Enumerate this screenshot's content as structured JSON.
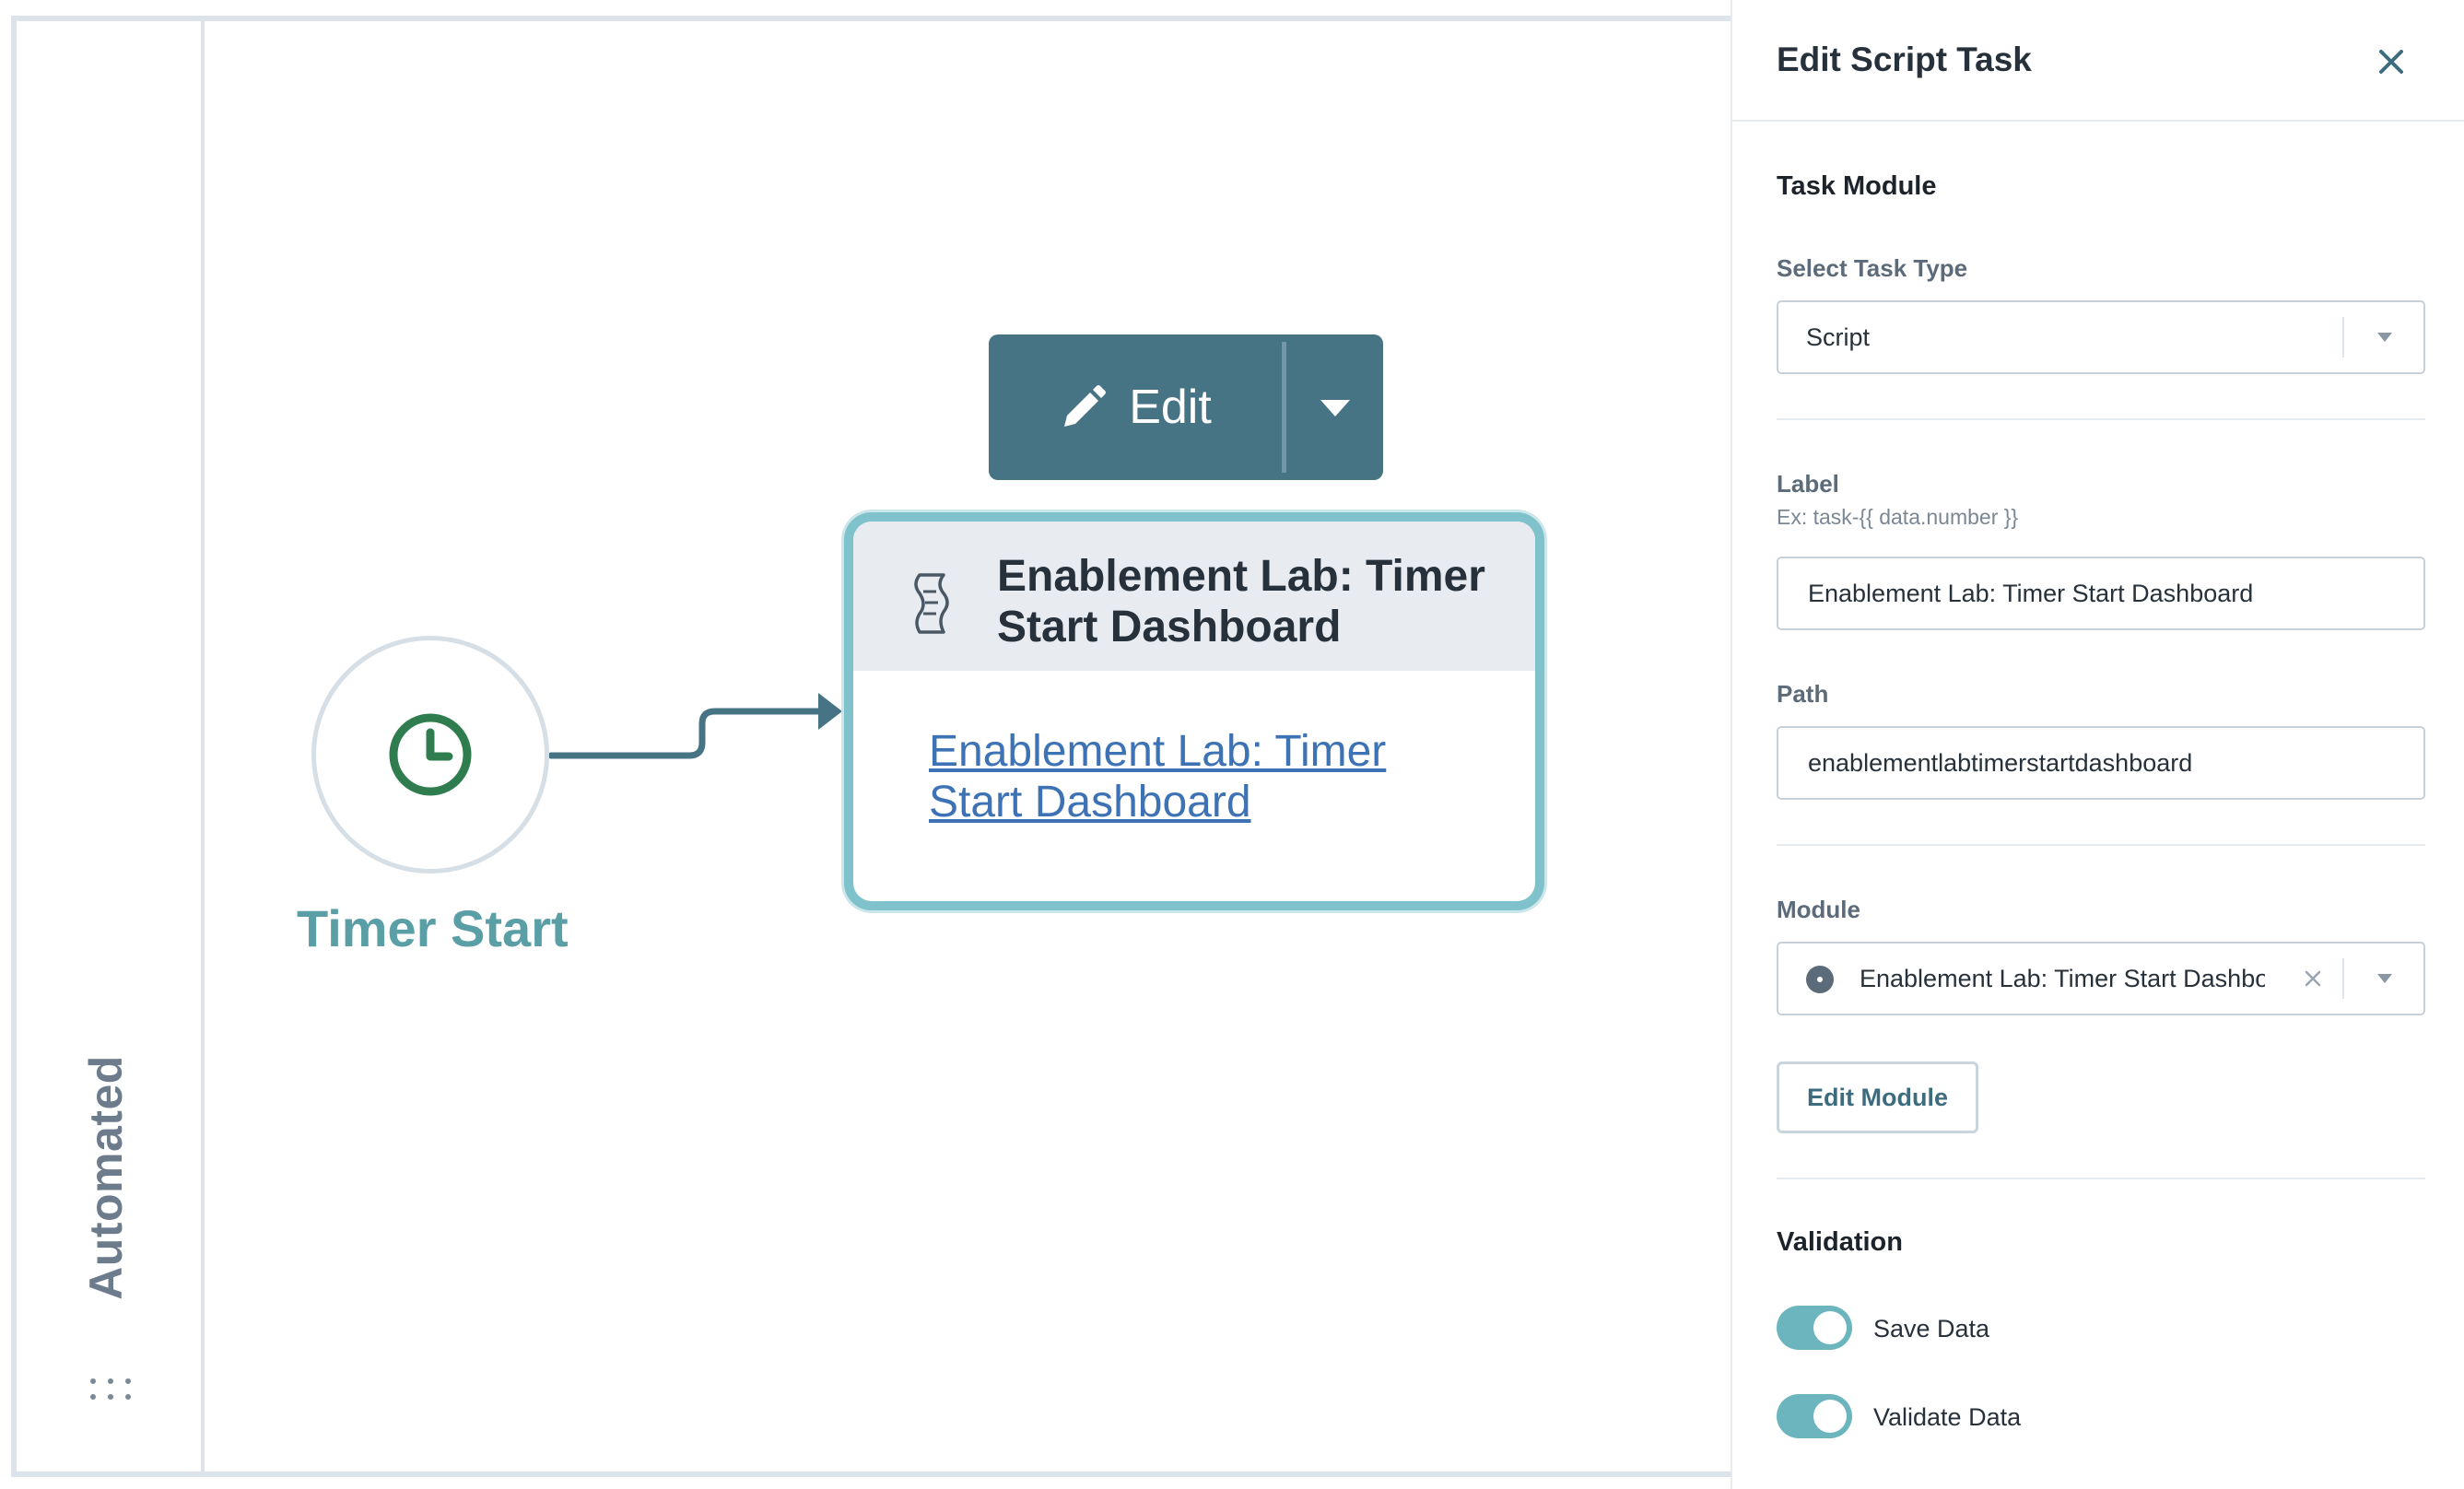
{
  "canvas": {
    "lane": {
      "label": "Automated"
    },
    "start_event": {
      "label": "Timer Start"
    },
    "toolbar": {
      "edit_label": "Edit"
    },
    "task_node": {
      "title": "Enablement Lab: Timer Start Dashboard",
      "link_text": "Enablement Lab: Timer Start Dashboard"
    },
    "colors": {
      "accent": "#5a9ea6",
      "toolbar": "#477485",
      "node_border": "#7fc2cb",
      "link": "#3d72b4"
    }
  },
  "panel": {
    "title": "Edit Script Task",
    "task_module": {
      "section_title": "Task Module",
      "task_type_label": "Select Task Type",
      "task_type_value": "Script"
    },
    "label_field": {
      "label": "Label",
      "hint": "Ex: task-{{ data.number }}",
      "value": "Enablement Lab: Timer Start Dashboard"
    },
    "path_field": {
      "label": "Path",
      "value": "enablementlabtimerstartdashboard"
    },
    "module_field": {
      "label": "Module",
      "value": "Enablement Lab: Timer Start Dashboard",
      "edit_button": "Edit Module"
    },
    "validation": {
      "section_title": "Validation",
      "save_data": {
        "label": "Save Data",
        "on": true
      },
      "validate_data": {
        "label": "Validate Data",
        "on": true
      }
    },
    "colors": {
      "toggle_on": "#6cb5bf"
    }
  }
}
